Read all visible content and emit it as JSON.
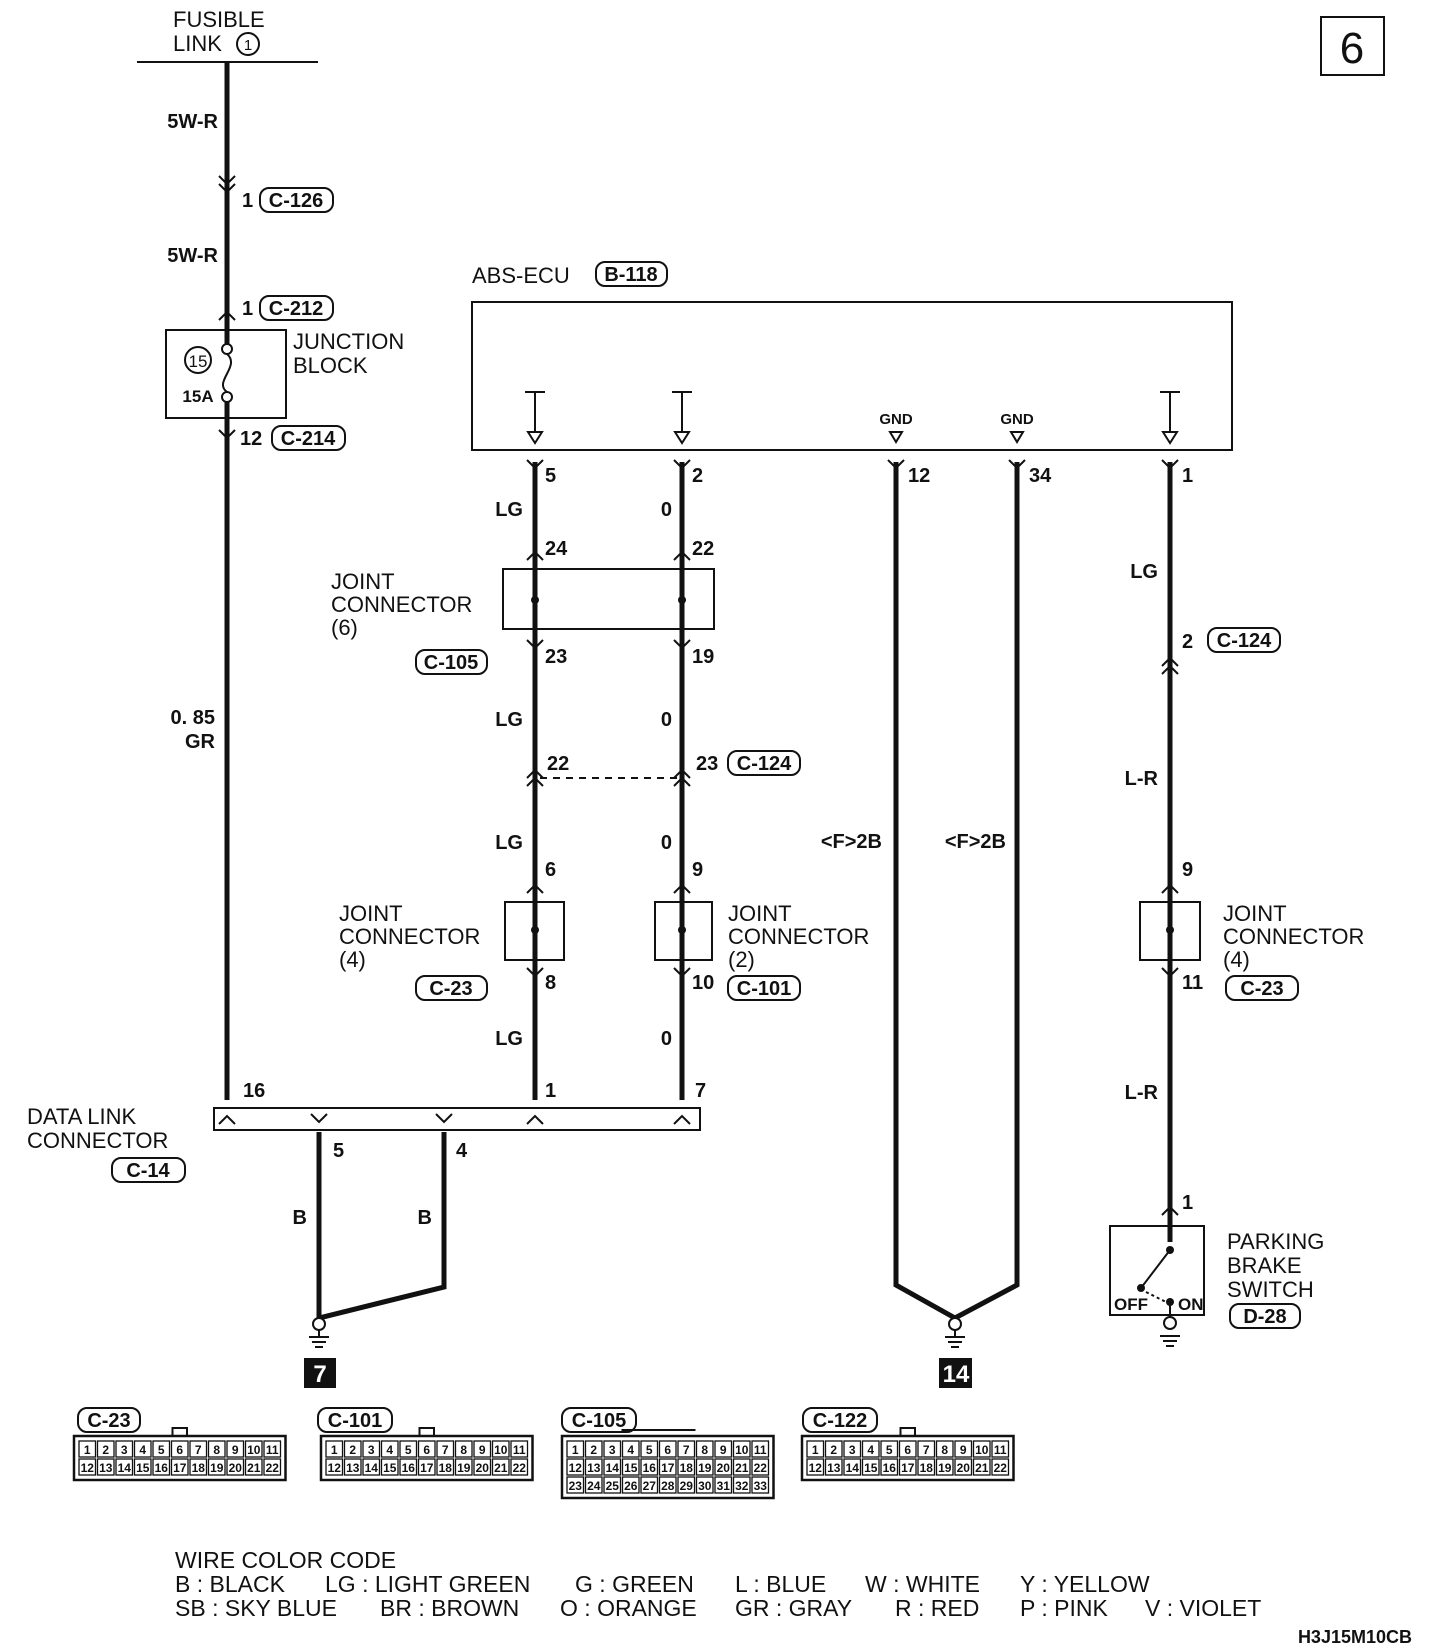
{
  "page_number": "6",
  "drawing_code": "H3J15M10CB",
  "fusible_link": {
    "line1": "FUSIBLE",
    "line2": "LINK",
    "number": "1"
  },
  "wires": {
    "w5wr_a": "5W-R",
    "w5wr_b": "5W-R",
    "gr_size": "0. 85",
    "gr_color": "GR",
    "lg": "LG",
    "o": "0",
    "lr": "L-R",
    "b": "B",
    "f2b": "<F>2B"
  },
  "connectors": {
    "c126": "C-126",
    "c212": "C-212",
    "c214": "C-214",
    "b118": "B-118",
    "c105": "C-105",
    "c124": "C-124",
    "c23": "C-23",
    "c101": "C-101",
    "c14": "C-14",
    "d28": "D-28",
    "c122": "C-122"
  },
  "junction_block": {
    "line1": "JUNCTION",
    "line2": "BLOCK",
    "fuse_number": "15",
    "fuse_rating": "15A"
  },
  "abs_ecu": {
    "label": "ABS-ECU",
    "gnd": "GND"
  },
  "joint_connector": {
    "line1": "JOINT",
    "line2": "CONNECTOR",
    "n6": "(6)",
    "n4": "(4)",
    "n2": "(2)"
  },
  "data_link_connector": {
    "line1": "DATA LINK",
    "line2": "CONNECTOR"
  },
  "parking_brake_switch": {
    "line1": "PARKING",
    "line2": "BRAKE",
    "line3": "SWITCH",
    "off": "OFF",
    "on": "ON"
  },
  "ground_refs": {
    "left": "7",
    "right": "14"
  },
  "pins": {
    "p1": "1",
    "p2": "2",
    "p4": "4",
    "p5": "5",
    "p6": "6",
    "p7": "7",
    "p8": "8",
    "p9": "9",
    "p10": "10",
    "p11": "11",
    "p12": "12",
    "p16": "16",
    "p19": "19",
    "p22": "22",
    "p23": "23",
    "p24": "24",
    "p34": "34"
  },
  "legend": {
    "title": "WIRE COLOR CODE",
    "row1": [
      {
        "code": "B",
        "name": "BLACK"
      },
      {
        "code": "LG",
        "name": "LIGHT GREEN"
      },
      {
        "code": "G",
        "name": "GREEN"
      },
      {
        "code": "L",
        "name": "BLUE"
      },
      {
        "code": "W",
        "name": "WHITE"
      },
      {
        "code": "Y",
        "name": "YELLOW"
      }
    ],
    "row2": [
      {
        "code": "SB",
        "name": "SKY BLUE"
      },
      {
        "code": "BR",
        "name": "BROWN"
      },
      {
        "code": "O",
        "name": "ORANGE"
      },
      {
        "code": "GR",
        "name": "GRAY"
      },
      {
        "code": "R",
        "name": "RED"
      },
      {
        "code": "P",
        "name": "PINK"
      },
      {
        "code": "V",
        "name": "VIOLET"
      }
    ]
  },
  "connector_faces": [
    {
      "name": "C-23",
      "rows": [
        [
          "1",
          "2",
          "3",
          "4",
          "5",
          "6",
          "7",
          "8",
          "9",
          "10",
          "11"
        ],
        [
          "12",
          "13",
          "14",
          "15",
          "16",
          "17",
          "18",
          "19",
          "20",
          "21",
          "22"
        ]
      ]
    },
    {
      "name": "C-101",
      "rows": [
        [
          "1",
          "2",
          "3",
          "4",
          "5",
          "6",
          "7",
          "8",
          "9",
          "10",
          "11"
        ],
        [
          "12",
          "13",
          "14",
          "15",
          "16",
          "17",
          "18",
          "19",
          "20",
          "21",
          "22"
        ]
      ]
    },
    {
      "name": "C-105",
      "rows": [
        [
          "1",
          "2",
          "3",
          "4",
          "5",
          "6",
          "7",
          "8",
          "9",
          "10",
          "11"
        ],
        [
          "12",
          "13",
          "14",
          "15",
          "16",
          "17",
          "18",
          "19",
          "20",
          "21",
          "22"
        ],
        [
          "23",
          "24",
          "25",
          "26",
          "27",
          "28",
          "29",
          "30",
          "31",
          "32",
          "33"
        ]
      ]
    },
    {
      "name": "C-122",
      "rows": [
        [
          "1",
          "2",
          "3",
          "4",
          "5",
          "6",
          "7",
          "8",
          "9",
          "10",
          "11"
        ],
        [
          "12",
          "13",
          "14",
          "15",
          "16",
          "17",
          "18",
          "19",
          "20",
          "21",
          "22"
        ]
      ]
    }
  ]
}
